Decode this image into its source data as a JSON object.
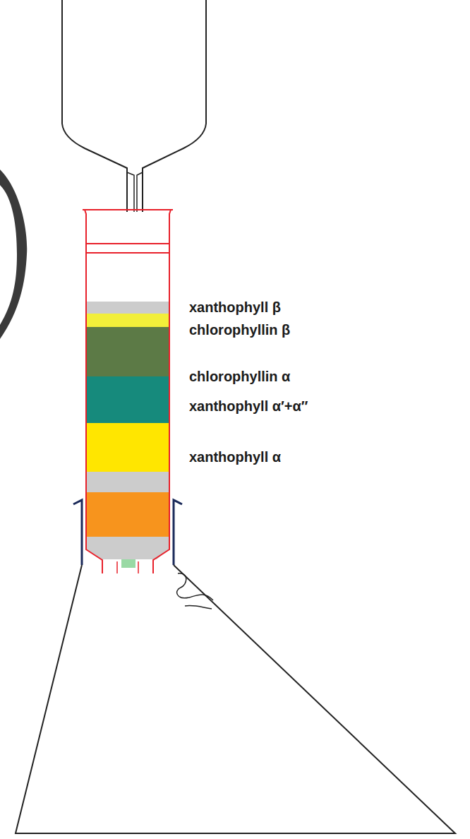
{
  "diagram": {
    "labels": [
      "xanthophyll β",
      "chlorophyllin β",
      "chlorophyllin α",
      "xanthophyll α′+α″",
      "xanthophyll α"
    ]
  }
}
